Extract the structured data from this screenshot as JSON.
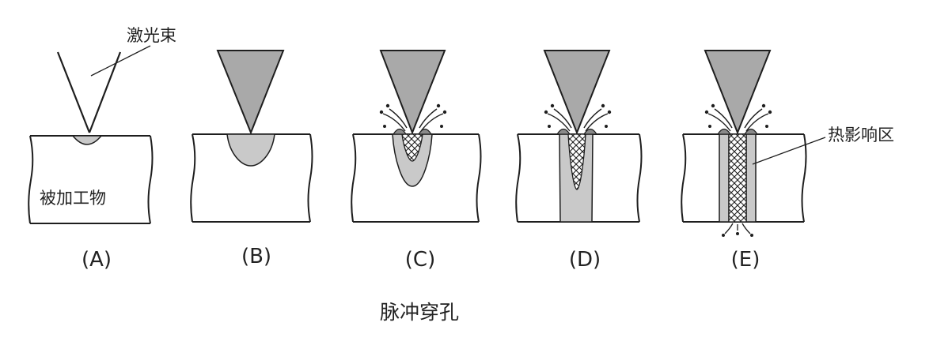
{
  "labels": {
    "laser_beam": "激光束",
    "workpiece": "被加工物",
    "heat_affected_zone": "热影响区"
  },
  "panels": [
    {
      "id": "A",
      "label": "(A)"
    },
    {
      "id": "B",
      "label": "(B)"
    },
    {
      "id": "C",
      "label": "(C)"
    },
    {
      "id": "D",
      "label": "(D)"
    },
    {
      "id": "E",
      "label": "(E)"
    }
  ],
  "caption": "脉冲穿孔",
  "colors": {
    "line": "#1e1e1e",
    "beam_fill": "#a9a9a9",
    "melt_fill": "#c9c9c9",
    "spatter_fill": "#8a8a8a",
    "background": "#ffffff"
  }
}
